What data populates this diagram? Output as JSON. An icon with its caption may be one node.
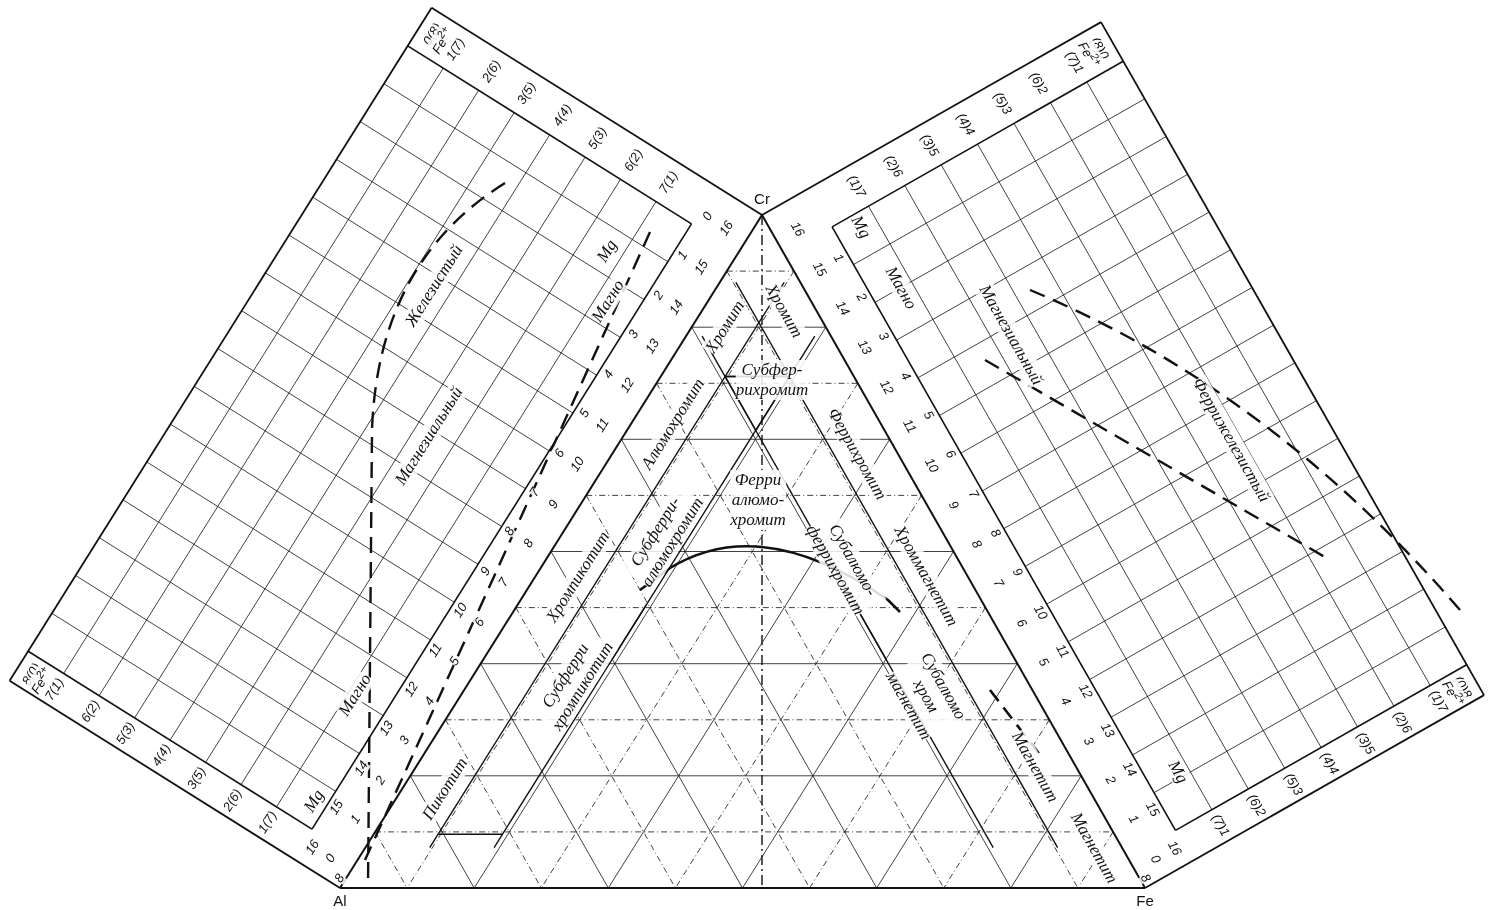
{
  "diagram": {
    "labels": [
      "Cr",
      "0(8)",
      "Fe$^{2+}$",
      "1(7)",
      "2(6)",
      "3(5)",
      "4(4)",
      "5(3)",
      "6(2)",
      "7(1)",
      "(8)0",
      "Fe$^{2+}$",
      "(7)1",
      "(6)2",
      "(5)3",
      "(4)4",
      "(3)5",
      "(2)6",
      "(1)7",
      "Mg",
      "Магно",
      "Железистый",
      "Магнезиальный",
      "Магно",
      "Mg",
      "Mg",
      "Магно",
      "Магнезиальный",
      "Феррижелезистый",
      "Mg",
      "Хромит",
      "Хромит",
      "Субфер- рихромит",
      "Алюмохромит",
      "Субферри- алюмохромит",
      "Ферри алюмо- хромит",
      "Субалюмо- феррихромит",
      "Феррихромит",
      "Хромпикотит",
      "Субферри хромпикотит",
      "Хроммагнетит",
      "Субалюмо хром магнетит",
      "Пикотит",
      "Магнетит",
      "Магнетит",
      "0",
      "1",
      "2",
      "3",
      "4",
      "5",
      "6",
      "7",
      "8",
      "9",
      "10",
      "11",
      "12",
      "13",
      "14",
      "15",
      "16",
      "16",
      "15",
      "14",
      "13",
      "12",
      "11",
      "10",
      "9",
      "8",
      "7",
      "6",
      "5",
      "4",
      "3",
      "2",
      "1",
      "0",
      "8",
      "1",
      "2",
      "3",
      "4",
      "5",
      "6",
      "7",
      "8",
      "9",
      "10",
      "11",
      "12",
      "13",
      "14",
      "15",
      "16",
      "16",
      "15",
      "14",
      "13",
      "12",
      "11",
      "10",
      "9",
      "8",
      "7",
      "6",
      "5",
      "4",
      "3",
      "2",
      "1",
      "0",
      "8",
      "8(0)",
      "Fe$^{2+}$",
      "7(1)",
      "6(2)",
      "5(3)",
      "4(4)",
      "3(5)",
      "2(6)",
      "1(7)",
      "(0)8",
      "Fe$^{2+}$",
      "(1)7",
      "(2)6",
      "(3)5",
      "(4)4",
      "(5)3",
      "(6)2",
      "(7)1",
      "Al",
      "Fe"
    ]
  }
}
